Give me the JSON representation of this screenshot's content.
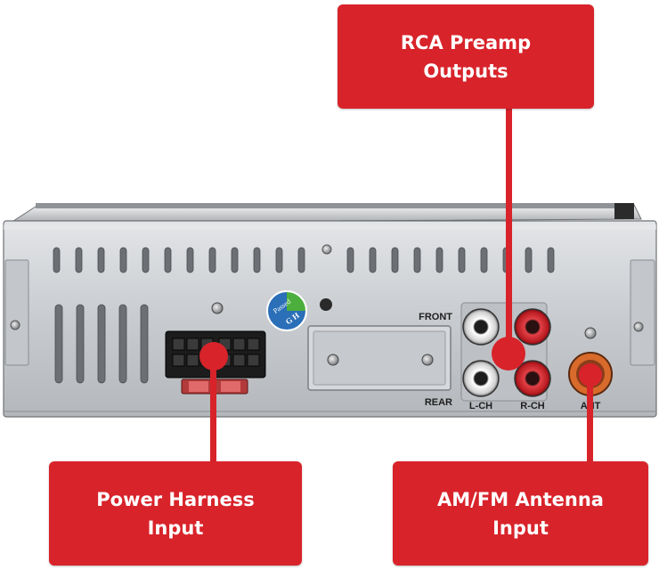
{
  "callouts": {
    "rca_preamp": {
      "line1": "RCA Preamp",
      "line2": "Outputs"
    },
    "power_harness": {
      "line1": "Power Harness",
      "line2": "Input"
    },
    "antenna": {
      "line1": "AM/FM Antenna",
      "line2": "Input"
    }
  },
  "panel_labels": {
    "front": "FRONT",
    "rear": "REAR",
    "left_channel": "L-CH",
    "right_channel": "R-CH",
    "antenna": "ANT"
  },
  "sticker": {
    "line1": "Passed",
    "line2": "G H"
  },
  "colors": {
    "accent_red": "#d8232a",
    "chassis_metal": "#c9ccd0",
    "rca_red": "#c81e24",
    "rca_white": "#e8e8e8",
    "sticker_blue": "#2a6fb8",
    "sticker_green": "#4cae3c"
  }
}
